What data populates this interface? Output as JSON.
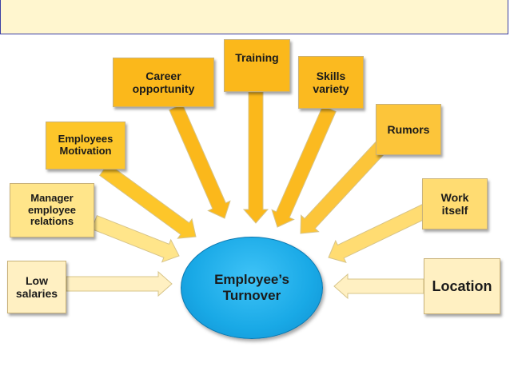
{
  "center": {
    "label": "Employee’s\nTurnover"
  },
  "factors": [
    {
      "id": "low-salaries",
      "label": "Low\nsalaries",
      "color": "#fff0c2"
    },
    {
      "id": "manager-employee-relations",
      "label": "Manager\nemployee\nrelations",
      "color": "#ffe58a"
    },
    {
      "id": "employees-motivation",
      "label": "Employees\nMotivation",
      "color": "#fdc62a"
    },
    {
      "id": "career-opportunity",
      "label": "Career\nopportunity",
      "color": "#fbb81b"
    },
    {
      "id": "training",
      "label": "Training",
      "color": "#fbb81b"
    },
    {
      "id": "skills-variety",
      "label": "Skills\nvariety",
      "color": "#fbba20"
    },
    {
      "id": "rumors",
      "label": "Rumors",
      "color": "#fcc53a"
    },
    {
      "id": "work-itself",
      "label": "Work\nitself",
      "color": "#ffdc72"
    },
    {
      "id": "location",
      "label": "Location",
      "color": "#fff0c2"
    }
  ],
  "colors": {
    "center_fill": "#19a9e6",
    "title_band": "#fff6cf",
    "title_border": "#3b3fa3"
  }
}
